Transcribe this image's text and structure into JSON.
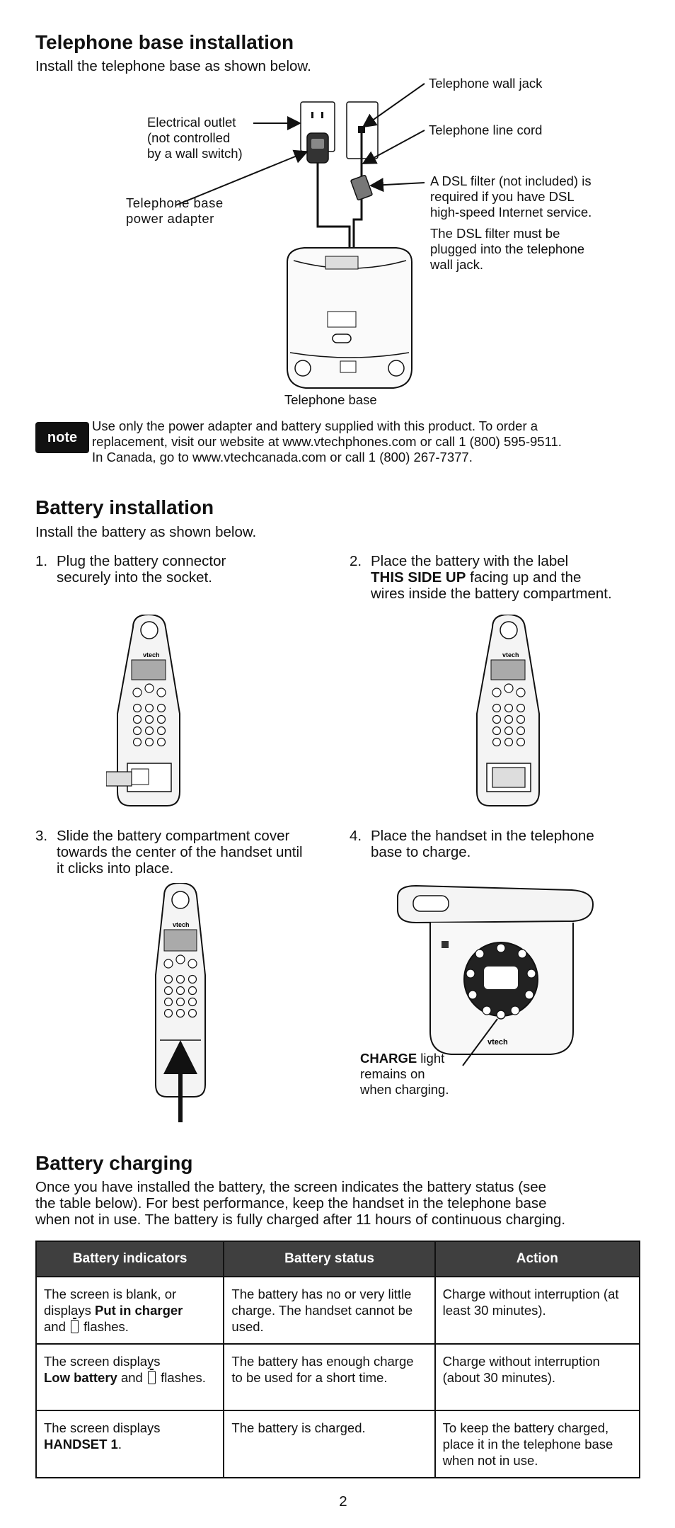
{
  "base_section": {
    "title": "Telephone base installation",
    "intro": "Install the telephone base as shown below.",
    "labels": {
      "wall_jack": "Telephone wall jack",
      "line_cord": "Telephone line cord",
      "outlet_1": "Electrical outlet",
      "outlet_2": "(not controlled",
      "outlet_3": "by a wall switch)",
      "adapter_1": "Telephone base",
      "adapter_2": "power adapter",
      "dsl_1": "A DSL filter (not included) is",
      "dsl_2": "required if you have DSL",
      "dsl_3": "high-speed Internet service.",
      "dsl_4": "The DSL filter must be",
      "dsl_5": "plugged into the telephone",
      "dsl_6": "wall jack.",
      "base": "Telephone base"
    },
    "note": {
      "badge": "note",
      "line1": "Use only the power adapter and battery supplied with this product. To order a",
      "line2": "replacement, visit our website at www.vtechphones.com or call 1 (800) 595-9511.",
      "line3": "In Canada, go to www.vtechcanada.com or call 1 (800) 267-7377."
    }
  },
  "battery_install": {
    "title": "Battery installation",
    "intro": "Install the battery as shown below.",
    "step1": {
      "num": "1.",
      "line1": "Plug the battery connector",
      "line2": "securely into the socket."
    },
    "step2": {
      "num": "2.",
      "line1": "Place the battery with the label",
      "bold": "THIS SIDE UP",
      "line2_rest": " facing up and the",
      "line3": "wires inside the battery compartment."
    },
    "step3": {
      "num": "3.",
      "line1": "Slide the battery compartment cover",
      "line2": "towards the center of the handset until",
      "line3": "it clicks into place."
    },
    "step4": {
      "num": "4.",
      "line1": "Place the handset in the telephone",
      "line2": "base to charge."
    },
    "charge_label": {
      "bold": "CHARGE",
      "rest": " light",
      "line2": "remains on",
      "line3": "when charging."
    },
    "brand": "vtech"
  },
  "battery_charging": {
    "title": "Battery charging",
    "para1": "Once you have installed the battery, the screen indicates the battery status (see",
    "para2": "the table below). For best performance, keep the handset in the telephone base",
    "para3": "when not in use. The battery is fully charged after 11 hours of continuous charging.",
    "headers": [
      "Battery indicators",
      "Battery status",
      "Action"
    ],
    "rows": [
      {
        "ind_a": "The screen is blank, or",
        "ind_b_pre": "displays ",
        "ind_b_bold": "Put in charger",
        "ind_c_pre": "and ",
        "ind_c_post": " flashes.",
        "status": "The battery has no or very little charge. The handset cannot be used.",
        "action": "Charge without interruption (at least 30 minutes)."
      },
      {
        "ind_a": "The screen displays",
        "ind_b_bold": "Low battery",
        "ind_b_mid": " and ",
        "ind_b_post": " flashes.",
        "status": "The battery has enough charge to be used for a short time.",
        "action": "Charge without interruption (about 30 minutes)."
      },
      {
        "ind_a": "The screen displays",
        "ind_b_bold": "HANDSET 1",
        "ind_b_post": ".",
        "status": "The battery is charged.",
        "action": "To keep the battery charged, place it in the telephone base when not in use."
      }
    ]
  },
  "page_number": "2"
}
